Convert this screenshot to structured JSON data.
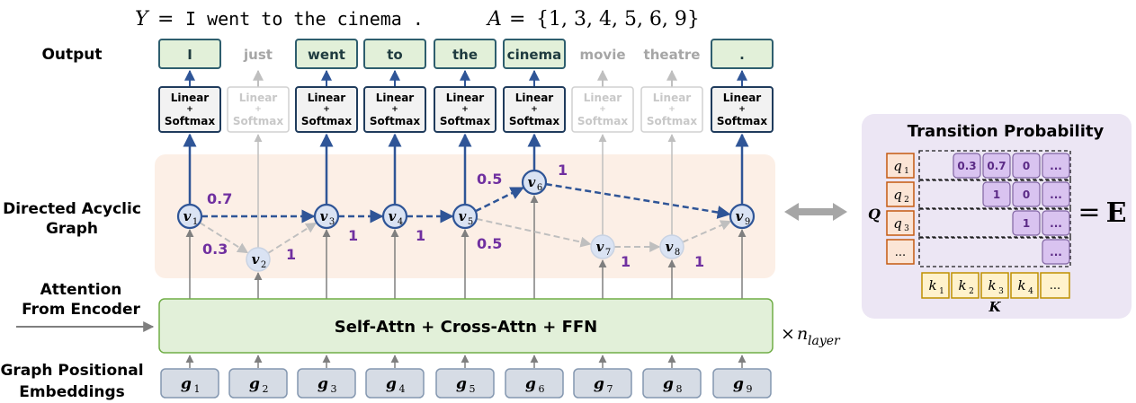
{
  "top": {
    "y_label": "Y",
    "y_eq": "=",
    "sentence": "I went to the cinema .",
    "a_label": "A",
    "a_eq": "=",
    "a_set": "{1, 3, 4, 5, 6, 9}"
  },
  "rows": {
    "output": "Output",
    "dag_line1": "Directed Acyclic",
    "dag_line2": "Graph",
    "attn_line1": "Attention",
    "attn_line2": "From Encoder",
    "gpe_line1": "Graph Positional",
    "gpe_line2": "Embeddings"
  },
  "columns": [
    {
      "word": "I",
      "active": true,
      "vertex": "v",
      "sub": "1",
      "emb": "g",
      "emb_sub": "1"
    },
    {
      "word": "just",
      "active": false,
      "vertex": "v",
      "sub": "2",
      "emb": "g",
      "emb_sub": "2"
    },
    {
      "word": "went",
      "active": true,
      "vertex": "v",
      "sub": "3",
      "emb": "g",
      "emb_sub": "3"
    },
    {
      "word": "to",
      "active": true,
      "vertex": "v",
      "sub": "4",
      "emb": "g",
      "emb_sub": "4"
    },
    {
      "word": "the",
      "active": true,
      "vertex": "v",
      "sub": "5",
      "emb": "g",
      "emb_sub": "5"
    },
    {
      "word": "cinema",
      "active": true,
      "vertex": "v",
      "sub": "6",
      "emb": "g",
      "emb_sub": "6"
    },
    {
      "word": "movie",
      "active": false,
      "vertex": "v",
      "sub": "7",
      "emb": "g",
      "emb_sub": "7"
    },
    {
      "word": "theatre",
      "active": false,
      "vertex": "v",
      "sub": "8",
      "emb": "g",
      "emb_sub": "8"
    },
    {
      "word": ".",
      "active": true,
      "vertex": "v",
      "sub": "9",
      "emb": "g",
      "emb_sub": "9"
    }
  ],
  "linear": {
    "line1": "Linear",
    "line2": "+",
    "line3": "Softmax"
  },
  "edges": [
    {
      "from": 1,
      "to": 3,
      "label": "0.7",
      "active": true
    },
    {
      "from": 1,
      "to": 2,
      "label": "0.3",
      "active": false
    },
    {
      "from": 2,
      "to": 3,
      "label": "1",
      "active": false
    },
    {
      "from": 3,
      "to": 4,
      "label": "1",
      "active": true
    },
    {
      "from": 4,
      "to": 5,
      "label": "1",
      "active": true
    },
    {
      "from": 5,
      "to": 6,
      "label": "0.5",
      "active": true
    },
    {
      "from": 5,
      "to": 7,
      "label": "0.5",
      "active": false
    },
    {
      "from": 6,
      "to": 9,
      "label": "1",
      "active": true
    },
    {
      "from": 7,
      "to": 8,
      "label": "1",
      "active": false
    },
    {
      "from": 8,
      "to": 9,
      "label": "1",
      "active": false
    }
  ],
  "decoder": {
    "label": "Self-Attn + Cross-Attn + FFN",
    "times": "×",
    "n_symbol": "n",
    "n_sub": "layer"
  },
  "panel": {
    "title": "Transition Probability",
    "q_label": "Q",
    "k_label": "K",
    "equals": "=",
    "e_label": "E",
    "q_items": [
      {
        "sym": "q",
        "sub": "1"
      },
      {
        "sym": "q",
        "sub": "2"
      },
      {
        "sym": "q",
        "sub": "3"
      },
      {
        "sym": "...",
        "sub": ""
      }
    ],
    "k_items": [
      {
        "sym": "k",
        "sub": "1"
      },
      {
        "sym": "k",
        "sub": "2"
      },
      {
        "sym": "k",
        "sub": "3"
      },
      {
        "sym": "k",
        "sub": "4"
      },
      {
        "sym": "...",
        "sub": ""
      }
    ],
    "matrix_rows": [
      [
        "0.3",
        "0.7",
        "0",
        "..."
      ],
      [
        "1",
        "0",
        "..."
      ],
      [
        "1",
        "..."
      ],
      [
        "..."
      ]
    ]
  },
  "colors": {
    "dark_blue": "#2f5597",
    "node_fill": "#dae3f3",
    "output_fill": "#e2f0d9",
    "output_stroke": "#2e5e6e",
    "grey": "#bfbfbf",
    "grey_text": "#a6a6a6",
    "purple": "#7030a0",
    "dag_bg": "#fcefe6",
    "panel_bg": "#ece6f4",
    "decoder_fill": "#e2f0d9",
    "decoder_stroke": "#70ad47",
    "emb_fill": "#d6dce5",
    "emb_stroke": "#8497b0",
    "q_fill": "#fbe5d6",
    "q_stroke": "#c55a11",
    "k_fill": "#fff2cc",
    "k_stroke": "#bf9000",
    "m_fill": "#d9c3f0",
    "m_stroke": "#8064a2"
  }
}
